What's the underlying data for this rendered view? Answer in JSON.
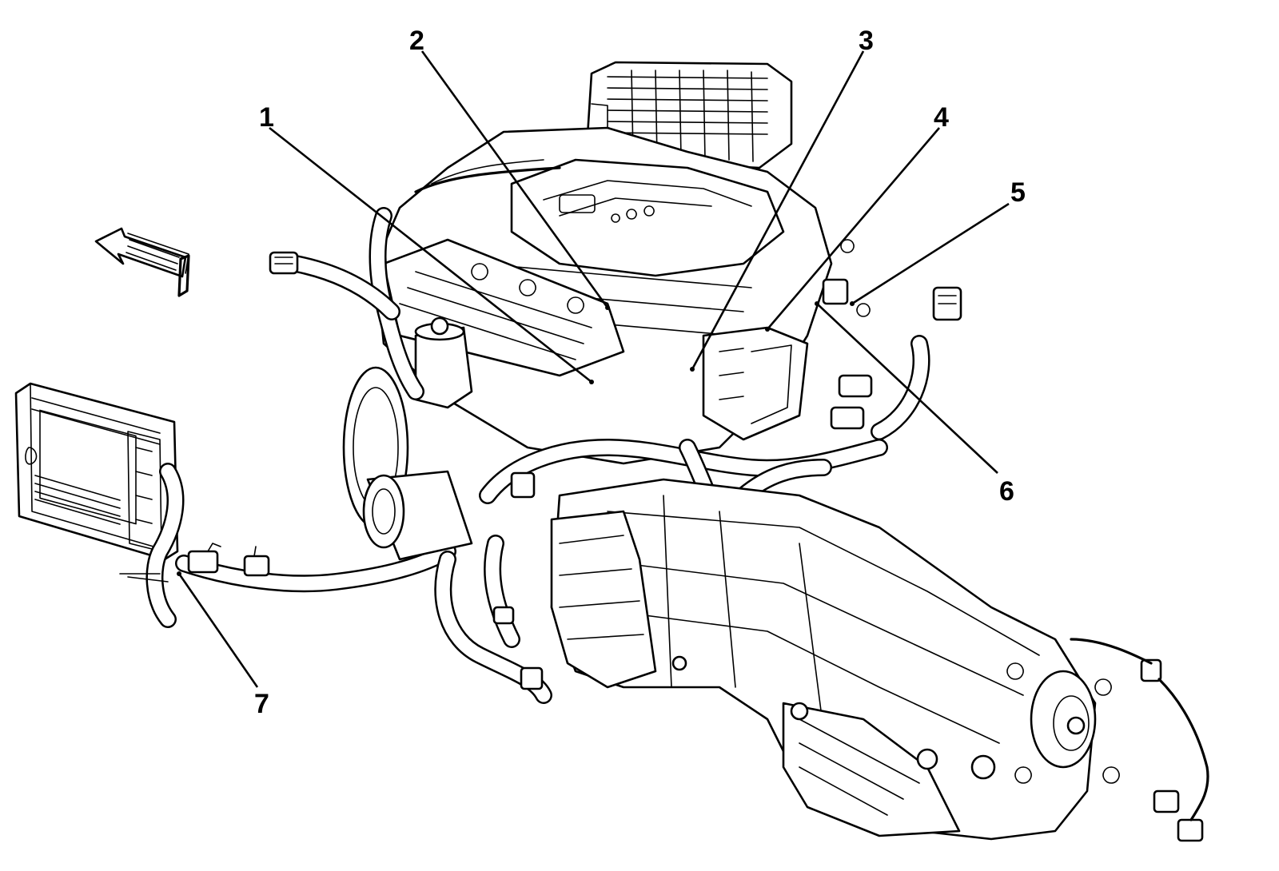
{
  "callouts": [
    {
      "id": "1",
      "label": "1"
    },
    {
      "id": "2",
      "label": "2"
    },
    {
      "id": "3",
      "label": "3"
    },
    {
      "id": "4",
      "label": "4"
    },
    {
      "id": "5",
      "label": "5"
    },
    {
      "id": "6",
      "label": "6"
    },
    {
      "id": "7",
      "label": "7"
    }
  ],
  "icons": {
    "direction_arrow": "front-direction-arrow-icon"
  },
  "colors": {
    "line": "#000000",
    "background": "#ffffff"
  }
}
